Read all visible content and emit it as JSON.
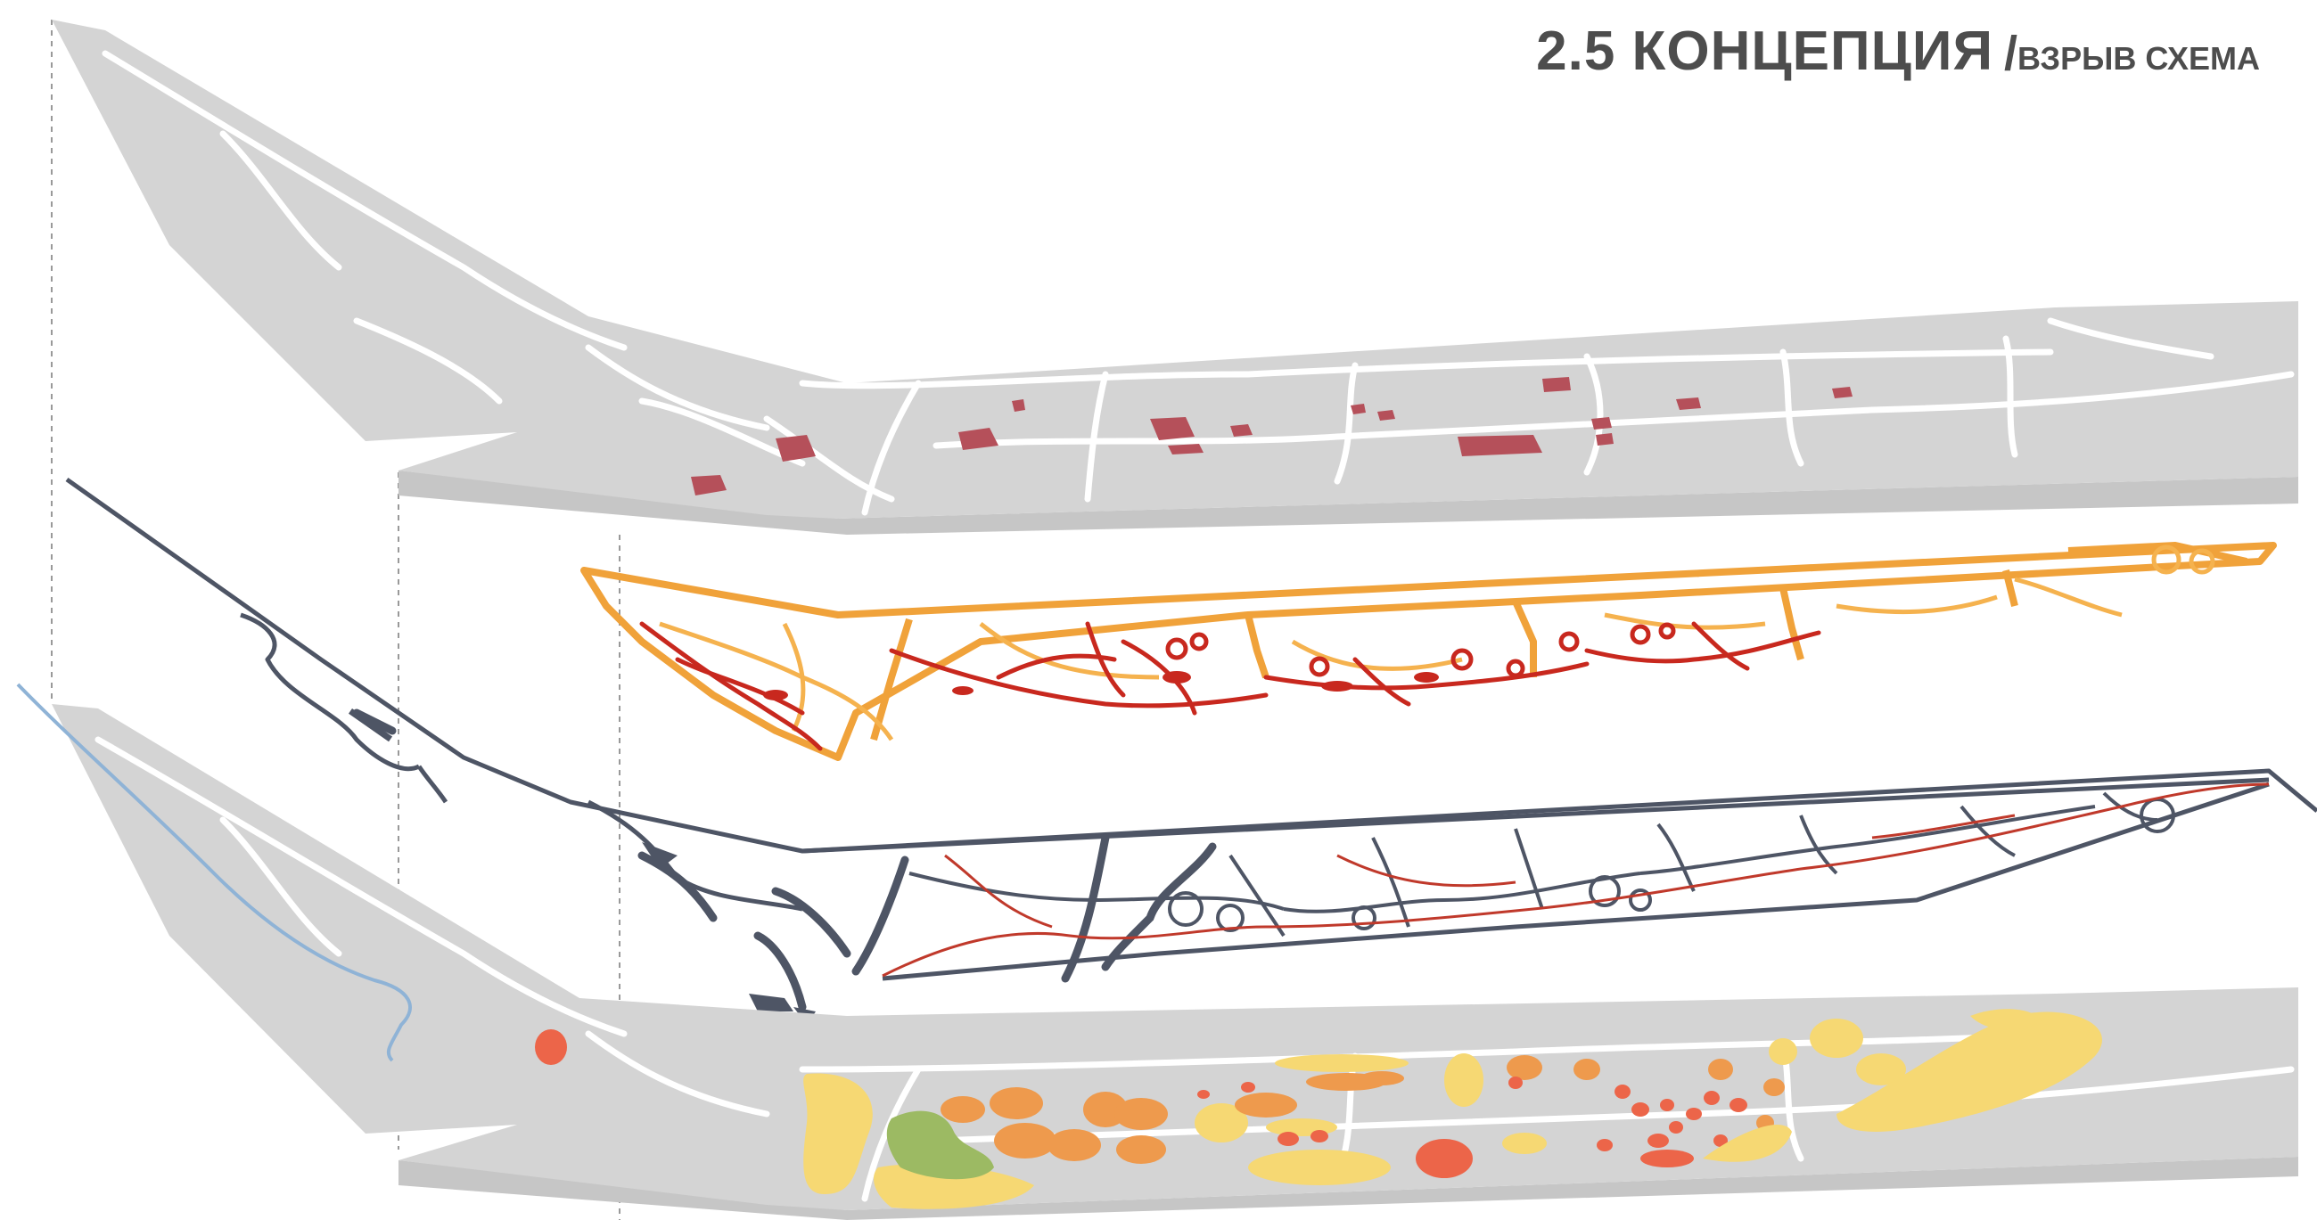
{
  "header": {
    "title": "2.5 КОНЦЕПЦИЯ",
    "separator": "/",
    "subtitle": "ВЗРЫВ СХЕМА"
  },
  "colors": {
    "base": "#d4d4d4",
    "side": "#c6c6c6",
    "paths": "#ffffff",
    "marks_top": "#b5505a",
    "network_orange": "#f0a23a",
    "network_red": "#c8281e",
    "roads": "#4e5565",
    "route_red": "#c0392b",
    "river": "#8fb3d6",
    "zone_yellow": "#f6d873",
    "zone_orange": "#ee9a4d",
    "zone_red": "#ec6549",
    "zone_green": "#9cba63",
    "guides": "#999999"
  },
  "layers": [
    {
      "id": "layer-top-plan",
      "kind": "base-plan-with-patches"
    },
    {
      "id": "layer-path-network",
      "kind": "orange-red-network"
    },
    {
      "id": "layer-road-network",
      "kind": "dark-lines"
    },
    {
      "id": "layer-bottom-plan",
      "kind": "base-plan-with-zones"
    }
  ]
}
